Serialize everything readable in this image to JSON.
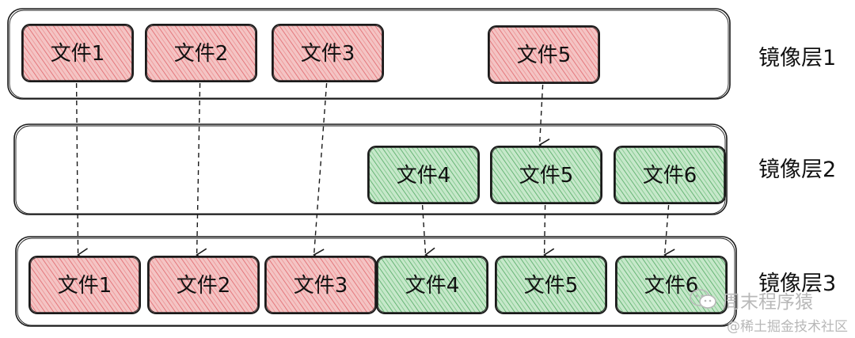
{
  "layers": [
    {
      "id": "layer1",
      "label": "镜像层1",
      "files": [
        {
          "id": "l1f1",
          "name": "文件1",
          "color": "red"
        },
        {
          "id": "l1f2",
          "name": "文件2",
          "color": "red"
        },
        {
          "id": "l1f3",
          "name": "文件3",
          "color": "red"
        },
        {
          "id": "l1f5",
          "name": "文件5",
          "color": "red"
        }
      ]
    },
    {
      "id": "layer2",
      "label": "镜像层2",
      "files": [
        {
          "id": "l2f4",
          "name": "文件4",
          "color": "green"
        },
        {
          "id": "l2f5",
          "name": "文件5",
          "color": "green"
        },
        {
          "id": "l2f6",
          "name": "文件6",
          "color": "green"
        }
      ]
    },
    {
      "id": "layer3",
      "label": "镜像层3",
      "files": [
        {
          "id": "l3f1",
          "name": "文件1",
          "color": "red"
        },
        {
          "id": "l3f2",
          "name": "文件2",
          "color": "red"
        },
        {
          "id": "l3f3",
          "name": "文件3",
          "color": "red"
        },
        {
          "id": "l3f4",
          "name": "文件4",
          "color": "green"
        },
        {
          "id": "l3f5",
          "name": "文件5",
          "color": "green"
        },
        {
          "id": "l3f6",
          "name": "文件6",
          "color": "green"
        }
      ]
    }
  ],
  "arrows": [
    {
      "from": "l1f1",
      "to": "l3f1"
    },
    {
      "from": "l1f2",
      "to": "l3f2"
    },
    {
      "from": "l1f3",
      "to": "l3f3"
    },
    {
      "from": "l1f5",
      "to": "l2f5"
    },
    {
      "from": "l2f4",
      "to": "l3f4"
    },
    {
      "from": "l2f5",
      "to": "l3f5"
    },
    {
      "from": "l2f6",
      "to": "l3f6"
    }
  ],
  "colors": {
    "red_fill": "#f2b9b9",
    "red_hatch": "#e0646a",
    "green_fill": "#bfe3c3",
    "green_hatch": "#4fa860",
    "stroke": "#1a1a1a"
  },
  "watermark": {
    "icon": "wechat-icon",
    "line1": "周末程序猿",
    "line2": "@稀土掘金技术社区"
  }
}
